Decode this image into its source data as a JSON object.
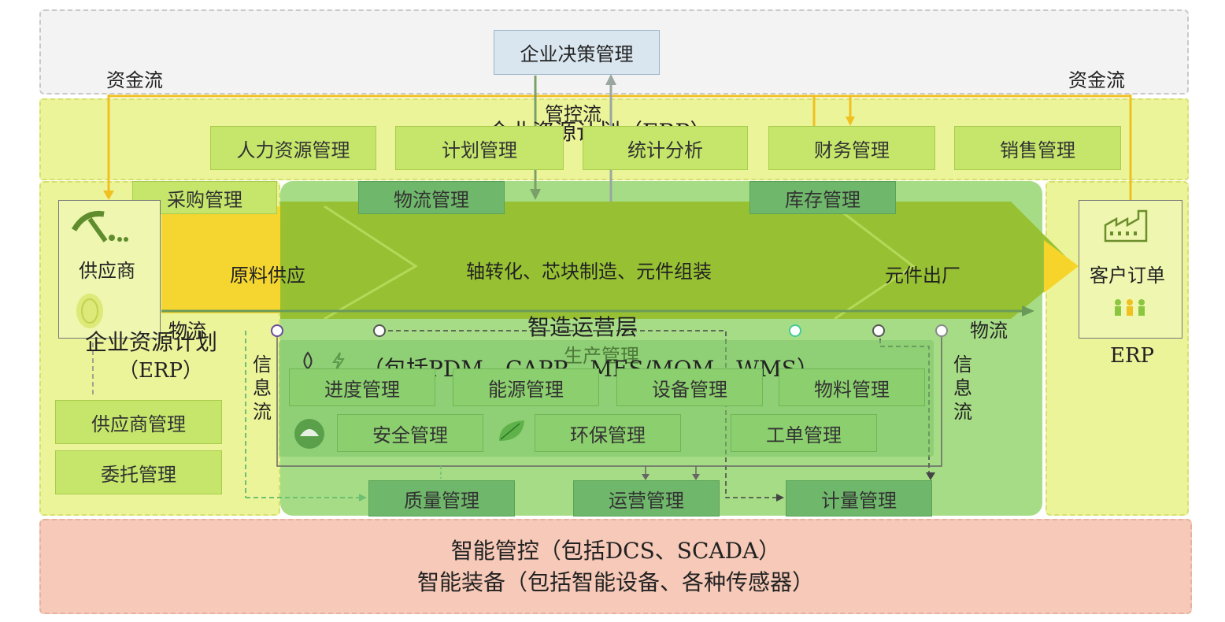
{
  "top": {
    "decision": "企业决策管理",
    "capital_flow_left": "资金流",
    "capital_flow_right": "资金流",
    "control_flow": "管控流"
  },
  "erp": {
    "title": "企业资源计划（ERP）",
    "modules": [
      "人力资源管理",
      "计划管理",
      "统计分析",
      "财务管理",
      "销售管理"
    ],
    "procurement": "采购管理",
    "logistics_mgmt": "物流管理",
    "inventory_mgmt": "库存管理"
  },
  "left": {
    "supplier": "供应商",
    "erp_line1": "企业资源计划",
    "erp_line2": "（ERP）",
    "logistics": "物流",
    "supplier_mgmt": "供应商管理",
    "entrust_mgmt": "委托管理"
  },
  "process": {
    "stage1": "原料供应",
    "stage2": "轴转化、芯块制造、元件组装",
    "stage3": "元件出厂",
    "logistics_right": "物流"
  },
  "right": {
    "customer_order": "客户订单",
    "erp": "ERP"
  },
  "ops": {
    "title": "智造运营层",
    "subtitle": "（包括PDM、CAPP、MES/MOM、WMS）",
    "production_mgmt": "生产管理",
    "info_flow_left": [
      "信",
      "息",
      "流"
    ],
    "info_flow_right": [
      "信",
      "息",
      "流"
    ],
    "row1": [
      "进度管理",
      "能源管理",
      "设备管理",
      "物料管理"
    ],
    "row2": [
      "安全管理",
      "环保管理",
      "工单管理"
    ],
    "row3": [
      "质量管理",
      "运营管理",
      "计量管理"
    ]
  },
  "bottom": {
    "line1": "智能管控（包括DCS、SCADA）",
    "line2": "智能装备（包括智能设备、各种传感器）"
  },
  "colors": {
    "erp_band": "#ecf49a",
    "center_panel": "#a7dc86",
    "process_arrow": "#96bf2e",
    "bottom_layer": "#f6c9b8",
    "top_layer": "#f3f3f3"
  }
}
